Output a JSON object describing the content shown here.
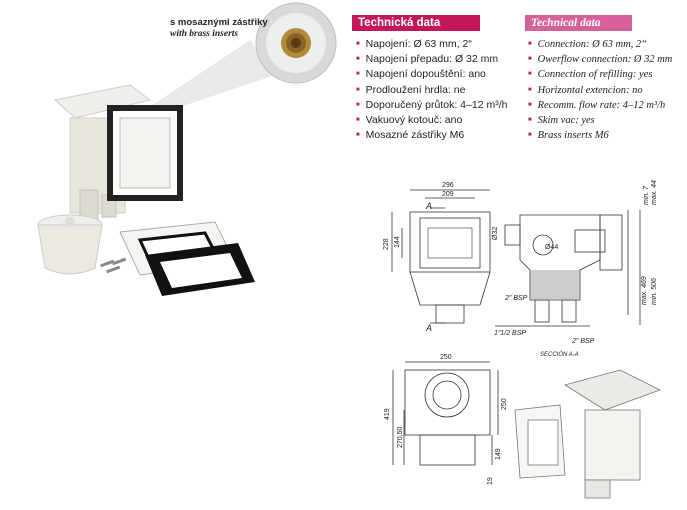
{
  "caption": {
    "cz": "s mosaznými zástřiky",
    "en": "with brass inserts"
  },
  "specs_cz": {
    "title": "Technická data",
    "items": [
      "Napojení: Ø 63 mm, 2“",
      "Napojení přepadu: Ø 32 mm",
      "Napojení dopouštění: ano",
      "Prodloužení hrdla: ne",
      "Doporučený průtok: 4–12 m³/h",
      "Vakuový kotouč: ano",
      "Mosazné zástřiky M6"
    ]
  },
  "specs_en": {
    "title": "Technical data",
    "items": [
      "Connection: Ø 63 mm, 2“",
      "Owerflow connection: Ø 32 mm",
      "Connection of refilling: yes",
      "Horizontal extencion: no",
      "Recomm. flow rate: 4–12 m³/h",
      "Skim vac: yes",
      "Brass inserts M6"
    ]
  },
  "drawing": {
    "dim_296": "296",
    "dim_209": "209",
    "dim_228": "228",
    "dim_144": "144",
    "section_mark": "A",
    "dim_32": "Ø32",
    "dim_44": "Ø44",
    "min_7": "min. 7",
    "max_44": "max. 44",
    "max_469": "max. 469",
    "min_506": "min. 506",
    "bsp_2_left": "2\" BSP",
    "bsp_112": "1\"1/2 BSP",
    "bsp_2_right": "2\" BSP",
    "section_label": "SECCIÓN A-A",
    "dim_250_top": "250",
    "dim_419": "419",
    "dim_270_50": "270,50",
    "dim_250_side": "250",
    "dim_149": "149",
    "dim_19": "19"
  },
  "colors": {
    "accent": "#c2185b",
    "accent_light": "#d6609a"
  }
}
